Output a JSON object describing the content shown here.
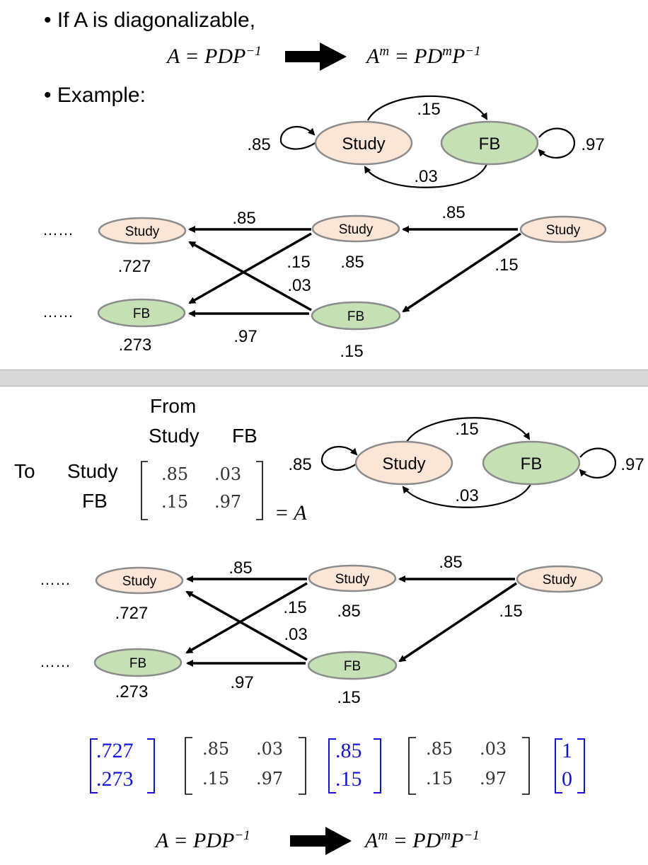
{
  "slide1": {
    "bullet1": "If A is diagonalizable,",
    "bullet2": "Example:",
    "eq_left": "A = PDP",
    "eq_left_sup": "−1",
    "eq_right_a": "A",
    "eq_right_a_sup": "m",
    "eq_right_b": " = PD",
    "eq_right_b_sup": "m",
    "eq_right_c": "P",
    "eq_right_c_sup": "−1",
    "markov": {
      "study": "Study",
      "fb": "FB",
      "p_study_fb": ".15",
      "p_fb_study": ".03",
      "p_study_self": ".85",
      "p_fb_self": ".97"
    },
    "trellis": {
      "dots_top": "……",
      "dots_bottom": "……",
      "study": "Study",
      "fb": "FB",
      "arrow_ss_left": ".85",
      "arrow_ss_right": ".85",
      "arrow_sf_left": ".15",
      "arrow_fs_left": ".03",
      "arrow_ff_left": ".97",
      "arrow_sf_right": ".15",
      "val_study_left": ".727",
      "val_fb_left": ".273",
      "val_study_mid": ".85",
      "val_fb_mid": ".15"
    }
  },
  "slide2": {
    "from_label": "From",
    "col_study": "Study",
    "col_fb": "FB",
    "to_label": "To",
    "row_study": "Study",
    "row_fb": "FB",
    "matrix": {
      "r1c1": ".85",
      "r1c2": ".03",
      "r2c1": ".15",
      "r2c2": ".97"
    },
    "equals_a": "= A",
    "markov": {
      "study": "Study",
      "fb": "FB",
      "p_study_fb": ".15",
      "p_fb_study": ".03",
      "p_study_self": ".85",
      "p_fb_self": ".97"
    },
    "trellis": {
      "dots_top": "……",
      "dots_bottom": "……",
      "study": "Study",
      "fb": "FB",
      "arrow_ss_left": ".85",
      "arrow_ss_right": ".85",
      "arrow_sf_left": ".15",
      "arrow_fs_left": ".03",
      "arrow_ff_left": ".97",
      "arrow_sf_right": ".15",
      "val_study_left": ".727",
      "val_fb_left": ".273",
      "val_study_mid": ".85",
      "val_fb_mid": ".15"
    },
    "bottom_eq": {
      "vec1": [
        ".727",
        ".273"
      ],
      "mat1": [
        ".85",
        ".03",
        ".15",
        ".97"
      ],
      "vec2": [
        ".85",
        ".15"
      ],
      "mat2": [
        ".85",
        ".03",
        ".15",
        ".97"
      ],
      "vec3": [
        "1",
        "0"
      ]
    },
    "eq_left": "A = PDP",
    "eq_left_sup": "−1",
    "eq_right_a": "A",
    "eq_right_a_sup": "m",
    "eq_right_b": " = PD",
    "eq_right_b_sup": "m",
    "eq_right_c": "P",
    "eq_right_c_sup": "−1"
  },
  "colors": {
    "study_fill": "#fbe5d6",
    "fb_fill": "#c5e0b4",
    "node_stroke": "#8c8c8c",
    "vector_blue": "#1414d8"
  }
}
